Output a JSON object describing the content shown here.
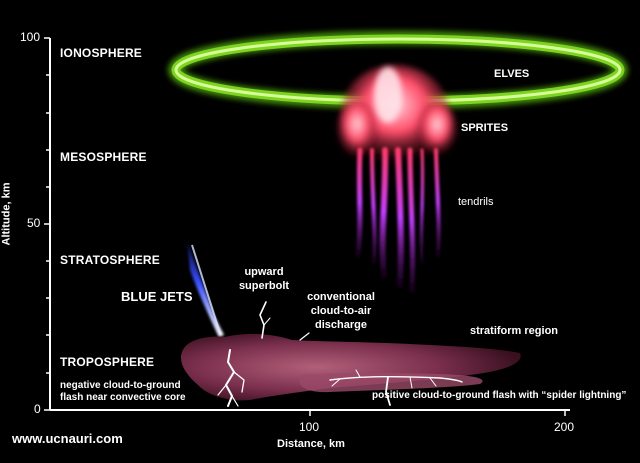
{
  "axes": {
    "y_label": "Altitude, km",
    "x_label": "Distance, km",
    "y_ticks": [
      "100",
      "50",
      "0"
    ],
    "x_ticks": [
      "100",
      "200"
    ]
  },
  "layers": {
    "ionosphere": "IONOSPHERE",
    "mesosphere": "MESOSPHERE",
    "stratosphere": "STRATOSPHERE",
    "troposphere": "TROPOSPHERE"
  },
  "phenomena": {
    "elves": "ELVES",
    "sprites": "SPRITES",
    "tendrils": "tendrils",
    "blue_jets": "BLUE JETS",
    "upward_superbolt_line1": "upward",
    "upward_superbolt_line2": "superbolt",
    "conventional_line1": "conventional",
    "conventional_line2": "cloud-to-air",
    "conventional_line3": "discharge",
    "stratiform": "stratiform region",
    "negative_line1": "negative cloud-to-ground",
    "negative_line2": "flash near convective core",
    "positive": "positive cloud-to-ground flash with “spider lightning”"
  },
  "watermark": "www.ucnauri.com",
  "colors": {
    "elves_ring": "#7ed321",
    "sprites": "#ff4d6a",
    "tendrils": "#c43cff",
    "blue_jet": "#3b52ff",
    "cloud": "#8a3a5a"
  }
}
